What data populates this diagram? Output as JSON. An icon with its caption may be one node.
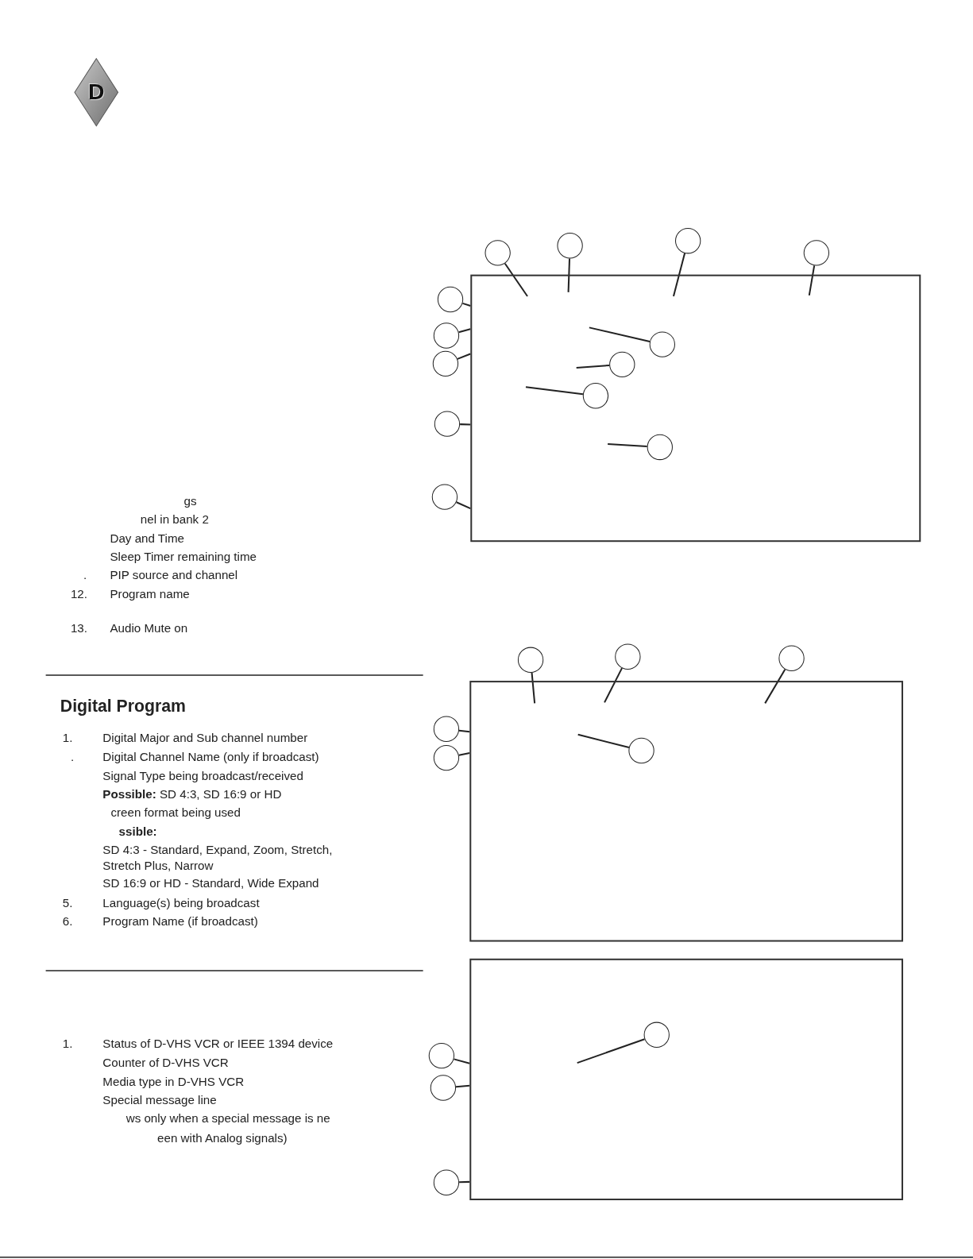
{
  "diagram": {
    "nodes": [
      {
        "text": [
          "D"
        ]
      },
      {
        "text": [],
        "shape": "box"
      },
      {
        "text": [],
        "shape": "circle"
      },
      {
        "text": [],
        "shape": "circle"
      },
      {
        "text": [],
        "shape": "circle"
      },
      {
        "text": [],
        "shape": "circle"
      },
      {
        "text": [],
        "shape": "circle"
      },
      {
        "text": [],
        "shape": "circle"
      },
      {
        "text": [],
        "shape": "circle"
      },
      {
        "text": [],
        "shape": "circle"
      },
      {
        "text": [],
        "shape": "circle"
      },
      {
        "text": [],
        "shape": "circle",
        "in": 1
      },
      {
        "text": [],
        "shape": "circle",
        "in": 1
      },
      {
        "text": [],
        "shape": "circle",
        "in": 1
      },
      {
        "text": [],
        "shape": "circle",
        "in": 1
      },
      {
        "text": [],
        "shape": "box"
      },
      {
        "text": [],
        "shape": "circle"
      },
      {
        "text": [],
        "shape": "circle"
      },
      {
        "text": [],
        "shape": "circle"
      },
      {
        "text": [],
        "shape": "circle"
      },
      {
        "text": [],
        "shape": "circle"
      },
      {
        "text": [],
        "shape": "circle",
        "in": 15
      },
      {
        "text": [],
        "shape": "box"
      },
      {
        "text": [],
        "shape": "circle",
        "in": 22
      },
      {
        "text": [],
        "shape": "circle"
      },
      {
        "text": [],
        "shape": "circle"
      },
      {
        "text": [],
        "shape": "circle"
      }
    ],
    "edges": [
      {
        "from": 2,
        "to": null,
        "arrow": "none"
      },
      {
        "from": 3,
        "to": null,
        "arrow": "none"
      },
      {
        "from": 4,
        "to": null,
        "arrow": "none"
      },
      {
        "from": 5,
        "to": null,
        "arrow": "none"
      },
      {
        "from": 6,
        "to": 1,
        "arrow": "none"
      },
      {
        "from": 7,
        "to": 1,
        "arrow": "none"
      },
      {
        "from": 8,
        "to": 1,
        "arrow": "none"
      },
      {
        "from": 9,
        "to": 1,
        "arrow": "none"
      },
      {
        "from": 10,
        "to": 1,
        "arrow": "none"
      },
      {
        "from": 11,
        "to": null,
        "arrow": "none"
      },
      {
        "from": 12,
        "to": null,
        "arrow": "none"
      },
      {
        "from": 13,
        "to": null,
        "arrow": "none"
      },
      {
        "from": 14,
        "to": null,
        "arrow": "none"
      },
      {
        "from": 16,
        "to": null,
        "arrow": "none"
      },
      {
        "from": 17,
        "to": null,
        "arrow": "none"
      },
      {
        "from": 18,
        "to": null,
        "arrow": "none"
      },
      {
        "from": 19,
        "to": 15,
        "arrow": "none"
      },
      {
        "from": 20,
        "to": 15,
        "arrow": "none"
      },
      {
        "from": 21,
        "to": null,
        "arrow": "none"
      },
      {
        "from": 23,
        "to": null,
        "arrow": "none"
      },
      {
        "from": 24,
        "to": 22,
        "arrow": "none"
      },
      {
        "from": 25,
        "to": 22,
        "arrow": "none"
      },
      {
        "from": 26,
        "to": 22,
        "arrow": "none"
      }
    ],
    "labels": [
      "gs",
      "nel in bank 2",
      "Day and Time",
      "Sleep Timer remaining time",
      ".",
      "PIP source and channel",
      "12.",
      "Program name",
      "13.",
      "Audio Mute on",
      "Digital Program",
      "1.",
      "Digital Major and Sub channel number",
      ".",
      "Digital Channel Name (only if broadcast)",
      "Signal Type being broadcast/received",
      "**Possible:** SD 4:3, SD 16:9 or HD",
      "creen format being used",
      "ssible:",
      "SD 4:3 - Standard, Expand, Zoom, Stretch, Stretch Plus, Narrow",
      "SD 16:9 or HD - Standard, Wide Expand",
      "5.",
      "Language(s) being broadcast",
      "6.",
      "Program Name (if broadcast)",
      "1.",
      "Status of D-VHS VCR or IEEE 1394 device",
      "Counter of D-VHS VCR",
      "Media type in D-VHS VCR",
      "Special message line",
      "ws only when a special message is ne",
      "een with Analog signals)"
    ]
  }
}
